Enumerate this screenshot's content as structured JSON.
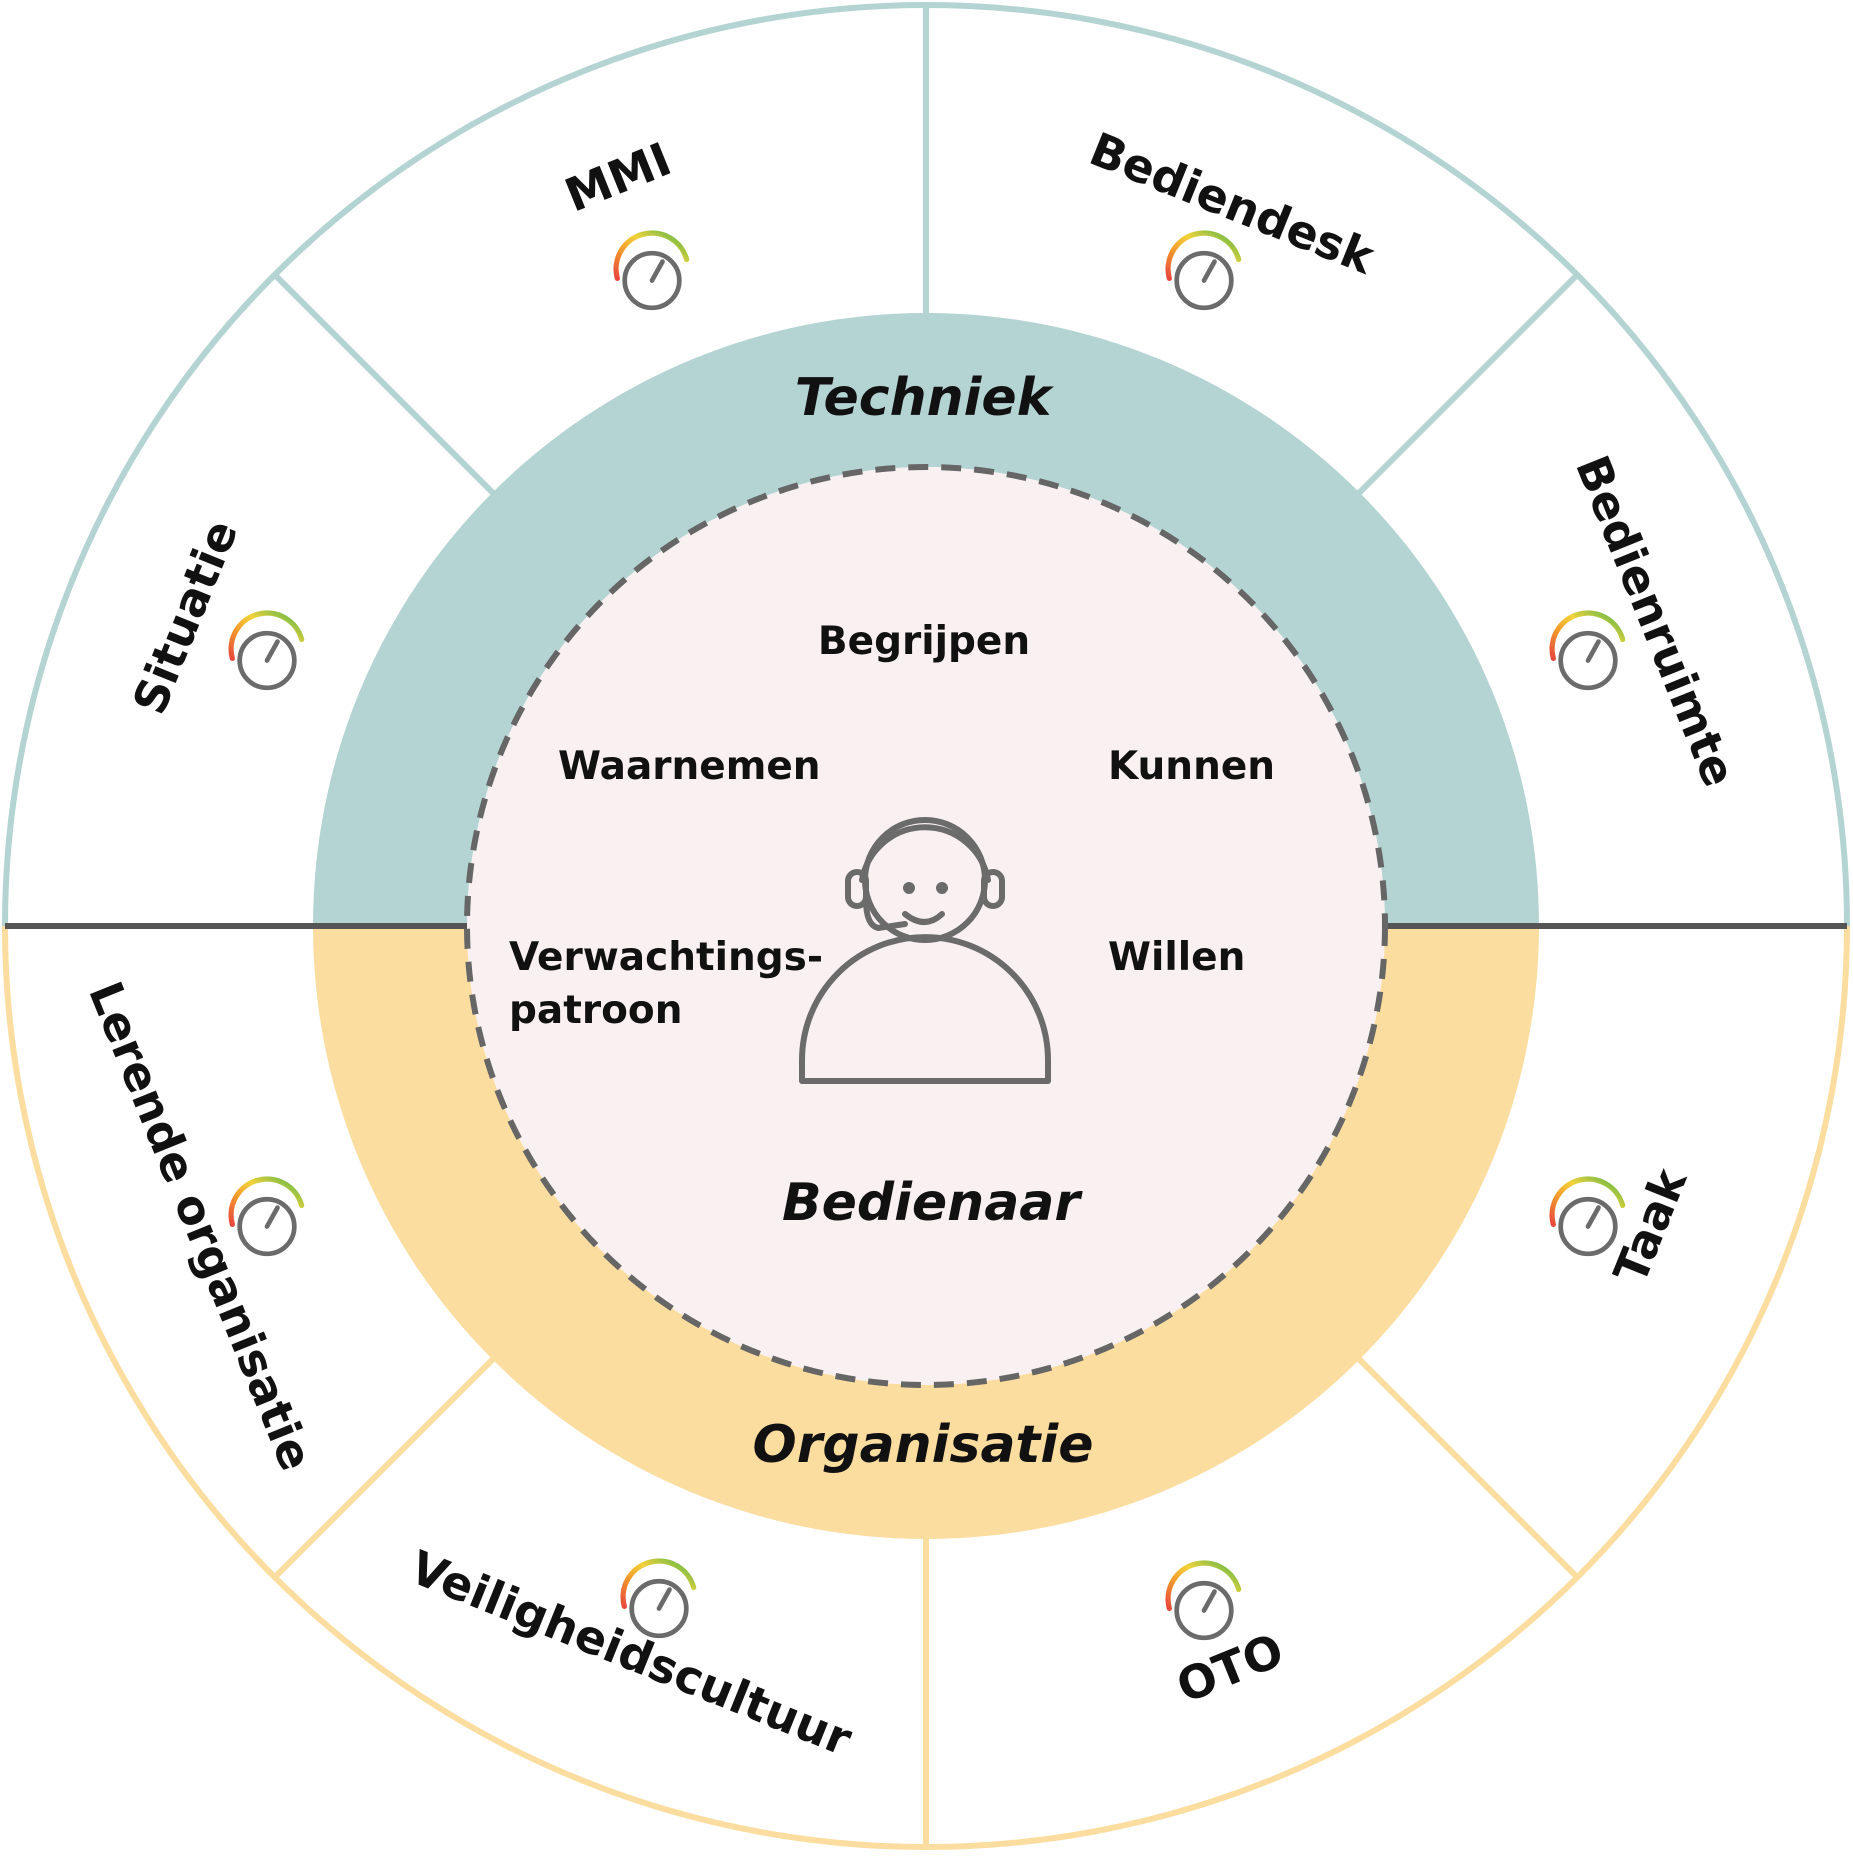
{
  "colors": {
    "techniek_fill": "#b4d4d3",
    "organisatie_fill": "#fcdda0",
    "center_fill": "#f9f0f1",
    "techniek_line": "#b4d4d3",
    "organisatie_line": "#fcdda0",
    "divider_line": "#555555",
    "dashed_border": "#666666",
    "gauge_gradient": [
      "#e8483c",
      "#f39a2b",
      "#f2d23a",
      "#4fb54a"
    ]
  },
  "rings": {
    "top_label": "Techniek",
    "bottom_label": "Organisatie"
  },
  "center": {
    "label": "Bedienaar",
    "icon": "operator-headset-icon",
    "items": {
      "begrijpen": "Begrijpen",
      "waarnemen": "Waarnemen",
      "kunnen": "Kunnen",
      "verwachtings_1": "Verwachtings-",
      "verwachtings_2": "patroon",
      "willen": "Willen"
    }
  },
  "segments": [
    {
      "label": "MMI",
      "group": "Techniek",
      "icon": "gauge-icon"
    },
    {
      "label": "Bediendesk",
      "group": "Techniek",
      "icon": "gauge-icon"
    },
    {
      "label": "Bedienruimte",
      "group": "Techniek",
      "icon": "gauge-icon"
    },
    {
      "label": "Situatie",
      "group": "Techniek",
      "icon": "gauge-icon"
    },
    {
      "label": "Taak",
      "group": "Organisatie",
      "icon": "gauge-icon"
    },
    {
      "label": "OTO",
      "group": "Organisatie",
      "icon": "gauge-icon"
    },
    {
      "label": "Veiligheidscultuur",
      "group": "Organisatie",
      "icon": "gauge-icon"
    },
    {
      "label": "Lerende organisatie",
      "group": "Organisatie",
      "icon": "gauge-icon"
    }
  ]
}
